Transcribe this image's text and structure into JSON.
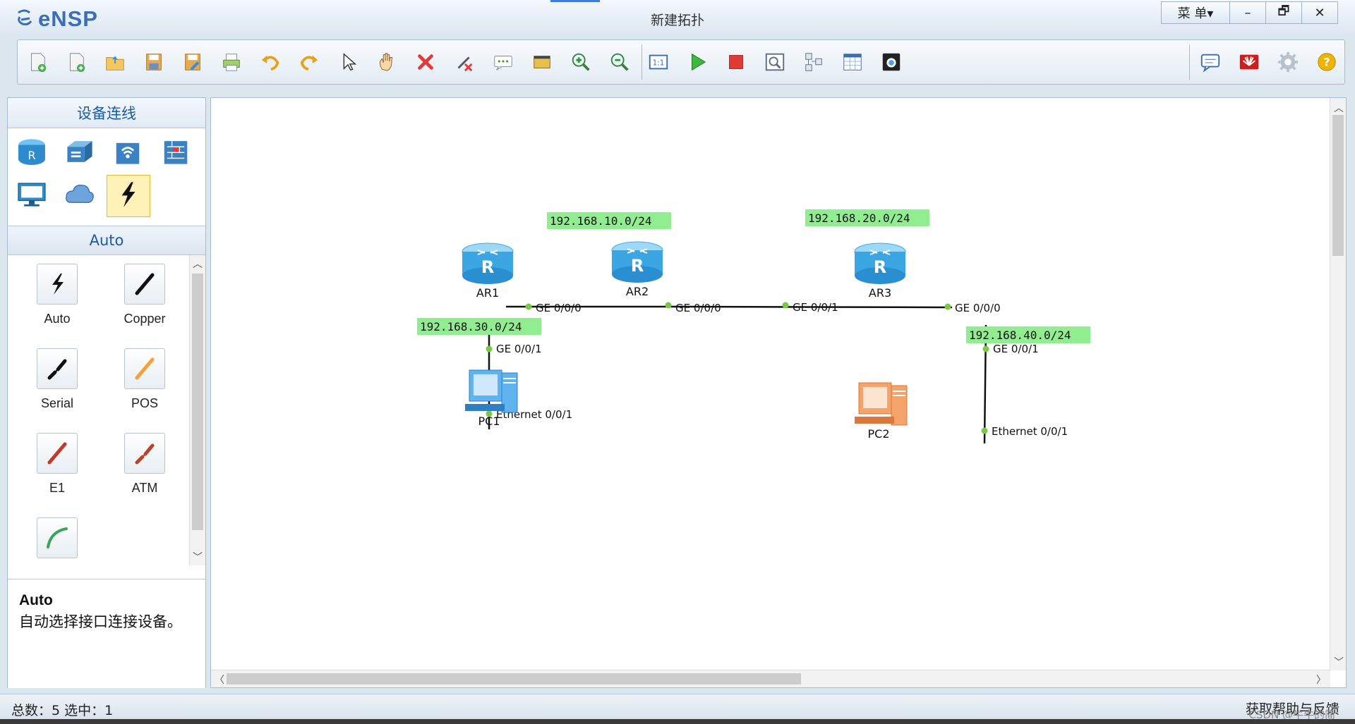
{
  "app": {
    "logo": "eNSP",
    "title": "新建拓扑",
    "menu_label": "菜 单▾",
    "controls": {
      "minimize": "–",
      "restore": "🗗",
      "close": "✕"
    }
  },
  "toolbar": {
    "main": [
      "new-topology-icon",
      "new-file-icon",
      "open-icon",
      "save-icon",
      "save-as-icon",
      "print-icon",
      "undo-icon",
      "redo-icon",
      "select-icon",
      "pan-icon",
      "delete-icon",
      "delete-link-icon",
      "text-icon",
      "palette-icon",
      "zoom-in-icon",
      "zoom-out-icon",
      "fit-icon",
      "start-icon",
      "stop-icon",
      "capture-icon",
      "topology-icon",
      "grid-icon",
      "screenshot-icon"
    ],
    "right": [
      "chat-icon",
      "huawei-icon",
      "settings-icon",
      "help-icon"
    ]
  },
  "left_panel": {
    "header": "设备连线",
    "category": "Auto",
    "devices": [
      "router-icon",
      "switch-icon",
      "wlan-icon",
      "firewall-icon",
      "pc-icon",
      "cloud-icon",
      "connection-icon"
    ],
    "cables": [
      {
        "label": "Auto",
        "color": "#111111",
        "kind": "auto"
      },
      {
        "label": "Copper",
        "color": "#111111",
        "kind": "line"
      },
      {
        "label": "Serial",
        "color": "#111111",
        "kind": "serial"
      },
      {
        "label": "POS",
        "color": "#f4a13a",
        "kind": "line"
      },
      {
        "label": "E1",
        "color": "#c0392b",
        "kind": "line"
      },
      {
        "label": "ATM",
        "color": "#b5462c",
        "kind": "serial"
      },
      {
        "label": "",
        "color": "#3aa55a",
        "kind": "curve"
      }
    ],
    "description": {
      "title": "Auto",
      "text": "自动选择接口连接设备。"
    }
  },
  "topology": {
    "devices": [
      {
        "name": "AR1",
        "type": "router"
      },
      {
        "name": "AR2",
        "type": "router"
      },
      {
        "name": "AR3",
        "type": "router"
      },
      {
        "name": "PC1",
        "type": "pc"
      },
      {
        "name": "PC2",
        "type": "pc"
      }
    ],
    "links": [
      {
        "from": "AR1",
        "from_port": "GE 0/0/0",
        "to": "AR2",
        "to_port": "GE 0/0/0",
        "subnet": "192.168.10.0/24"
      },
      {
        "from": "AR2",
        "from_port": "GE 0/0/1",
        "to": "AR3",
        "to_port": "GE 0/0/0",
        "subnet": "192.168.20.0/24"
      },
      {
        "from": "AR1",
        "from_port": "GE 0/0/1",
        "to": "PC1",
        "to_port": "Ethernet 0/0/1",
        "subnet": "192.168.30.0/24"
      },
      {
        "from": "AR3",
        "from_port": "GE 0/0/1",
        "to": "PC2",
        "to_port": "Ethernet 0/0/1",
        "subnet": "192.168.40.0/24"
      }
    ],
    "label_bg": "#90ee90",
    "port_dot": "#7ac943"
  },
  "status": {
    "left": "总数：5  选中：1",
    "right": "获取帮助与反馈",
    "watermark": "CSDN @牛牛的简"
  }
}
